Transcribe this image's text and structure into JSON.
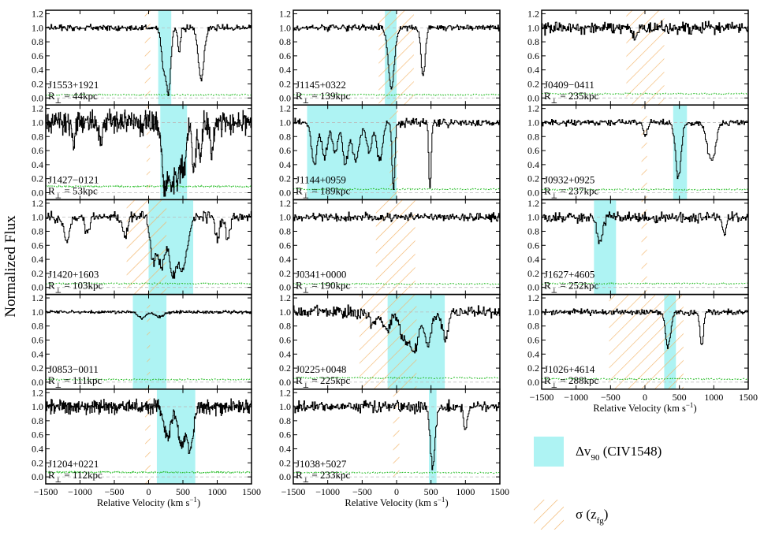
{
  "figure": {
    "ylabel": "Normalized Flux",
    "xlabel_main": "Relative Velocity (km s",
    "xlabel_sup": "−1",
    "xlabel_close": ")",
    "legend": [
      {
        "name": "legend-dv90",
        "label_main": "Δv",
        "label_sub": "90",
        "label_tail": " (CIV1548)"
      },
      {
        "name": "legend-sigma",
        "label_main": "σ (z",
        "label_sub": "fg",
        "label_tail": ")"
      }
    ]
  },
  "chart_data": {
    "type": "line",
    "xlim": [
      -1500,
      1500
    ],
    "ylim": [
      -0.1,
      1.25
    ],
    "x_ticks": [
      -1500,
      -1000,
      -500,
      0,
      500,
      1000,
      1500
    ],
    "x_tick_labels": [
      "−1500",
      "−1000",
      "−500",
      "0",
      "500",
      "1000",
      "1500"
    ],
    "y_ticks": [
      0.0,
      0.2,
      0.4,
      0.6,
      0.8,
      1.0,
      1.2
    ],
    "y_tick_labels": [
      "0.0",
      "0.2",
      "0.4",
      "0.6",
      "0.8",
      "1.0",
      "1.2"
    ],
    "colors": {
      "dv90": "#aef3f3",
      "sigma_hatch": "#f3b56a",
      "spectrum": "#000000",
      "error": "#22bb22",
      "unity": "#bbbbbb"
    },
    "panels": [
      {
        "name": "J1553+1921",
        "r_perp": "44kpc",
        "col": 0,
        "row": 0,
        "dv90": [
          140,
          330
        ],
        "sigma": [
          -55,
          25
        ],
        "noise": 0.03,
        "absorbers": [
          [
            220,
            0.6,
            35
          ],
          [
            290,
            0.85,
            30
          ],
          [
            440,
            0.35,
            20
          ],
          [
            760,
            0.75,
            40
          ]
        ]
      },
      {
        "name": "J1427−0121",
        "r_perp": "53kpc",
        "col": 0,
        "row": 1,
        "dv90": [
          170,
          560
        ],
        "sigma": [
          -30,
          20
        ],
        "noise": 0.12,
        "absorbers": [
          [
            230,
            0.9,
            40
          ],
          [
            330,
            0.8,
            40
          ],
          [
            430,
            0.75,
            45
          ],
          [
            520,
            0.6,
            30
          ],
          [
            660,
            0.7,
            25
          ],
          [
            750,
            0.5,
            20
          ],
          [
            920,
            0.45,
            20
          ],
          [
            -1100,
            0.3,
            20
          ],
          [
            -700,
            0.3,
            20
          ]
        ]
      },
      {
        "name": "J1420+1603",
        "r_perp": "103kpc",
        "col": 0,
        "row": 2,
        "dv90": [
          0,
          650
        ],
        "sigma": [
          -320,
          260
        ],
        "noise": 0.05,
        "absorbers": [
          [
            60,
            0.6,
            40
          ],
          [
            180,
            0.7,
            50
          ],
          [
            350,
            0.8,
            60
          ],
          [
            500,
            0.7,
            60
          ],
          [
            -1200,
            0.35,
            40
          ],
          [
            -900,
            0.25,
            30
          ],
          [
            -350,
            0.3,
            30
          ],
          [
            1000,
            0.3,
            30
          ],
          [
            1150,
            0.3,
            30
          ]
        ]
      },
      {
        "name": "J0853−0011",
        "r_perp": "111kpc",
        "col": 0,
        "row": 3,
        "dv90": [
          -230,
          260
        ],
        "sigma": [
          -25,
          20
        ],
        "noise": 0.015,
        "absorbers": [
          [
            -100,
            0.08,
            60
          ],
          [
            150,
            0.07,
            60
          ]
        ]
      },
      {
        "name": "J1204+0221",
        "r_perp": "112kpc",
        "col": 0,
        "row": 4,
        "dv90": [
          120,
          680
        ],
        "sigma": [
          -50,
          25
        ],
        "noise": 0.07,
        "absorbers": [
          [
            270,
            0.45,
            50
          ],
          [
            470,
            0.55,
            45
          ],
          [
            600,
            0.6,
            45
          ]
        ]
      },
      {
        "name": "J1145+0322",
        "r_perp": "139kpc",
        "col": 1,
        "row": 0,
        "dv90": [
          -170,
          0
        ],
        "sigma": [
          -260,
          250
        ],
        "noise": 0.03,
        "absorbers": [
          [
            -80,
            0.85,
            45
          ],
          [
            380,
            0.7,
            30
          ]
        ]
      },
      {
        "name": "J1144+0959",
        "r_perp": "189kpc",
        "col": 1,
        "row": 1,
        "dv90": [
          -1300,
          0
        ],
        "sigma": [
          -100,
          20
        ],
        "noise": 0.04,
        "absorbers": [
          [
            -1200,
            0.6,
            40
          ],
          [
            -1050,
            0.5,
            40
          ],
          [
            -900,
            0.45,
            35
          ],
          [
            -750,
            0.6,
            40
          ],
          [
            -600,
            0.55,
            50
          ],
          [
            -400,
            0.4,
            40
          ],
          [
            -250,
            0.55,
            40
          ],
          [
            -50,
            0.98,
            20
          ],
          [
            480,
            0.95,
            18
          ]
        ]
      },
      {
        "name": "J0341+0000",
        "r_perp": "190kpc",
        "col": 1,
        "row": 2,
        "dv90": null,
        "sigma": [
          -300,
          270
        ],
        "noise": 0.04,
        "absorbers": []
      },
      {
        "name": "J0225+0048",
        "r_perp": "225kpc",
        "col": 1,
        "row": 3,
        "dv90": [
          -130,
          700
        ],
        "sigma": [
          -540,
          290
        ],
        "noise": 0.06,
        "absorbers": [
          [
            -350,
            0.15,
            60
          ],
          [
            -150,
            0.25,
            60
          ],
          [
            100,
            0.4,
            60
          ],
          [
            250,
            0.55,
            60
          ],
          [
            450,
            0.45,
            50
          ],
          [
            700,
            0.4,
            40
          ]
        ]
      },
      {
        "name": "J1038+5027",
        "r_perp": "233kpc",
        "col": 1,
        "row": 4,
        "dv90": [
          470,
          580
        ],
        "sigma": [
          -50,
          40
        ],
        "noise": 0.06,
        "absorbers": [
          [
            520,
            0.85,
            35
          ],
          [
            1000,
            0.35,
            25
          ]
        ]
      },
      {
        "name": "J0409−0411",
        "r_perp": "235kpc",
        "col": 2,
        "row": 0,
        "dv90": null,
        "sigma": [
          -270,
          280
        ],
        "noise": 0.06,
        "absorbers": [
          [
            -150,
            0.15,
            40
          ]
        ]
      },
      {
        "name": "J0932+0925",
        "r_perp": "237kpc",
        "col": 2,
        "row": 1,
        "dv90": [
          410,
          610
        ],
        "sigma": [
          -50,
          30
        ],
        "noise": 0.03,
        "absorbers": [
          [
            0,
            0.2,
            30
          ],
          [
            480,
            0.8,
            40
          ],
          [
            960,
            0.55,
            60
          ]
        ]
      },
      {
        "name": "J1627+4605",
        "r_perp": "252kpc",
        "col": 2,
        "row": 2,
        "dv90": [
          -740,
          -420
        ],
        "sigma": [
          -50,
          30
        ],
        "noise": 0.05,
        "absorbers": [
          [
            -660,
            0.35,
            40
          ],
          [
            1150,
            0.25,
            30
          ]
        ]
      },
      {
        "name": "J1026+4614",
        "r_perp": "288kpc",
        "col": 2,
        "row": 3,
        "dv90": [
          280,
          450
        ],
        "sigma": [
          -520,
          560
        ],
        "noise": 0.03,
        "absorbers": [
          [
            330,
            0.5,
            35
          ],
          [
            820,
            0.5,
            25
          ]
        ]
      }
    ]
  }
}
